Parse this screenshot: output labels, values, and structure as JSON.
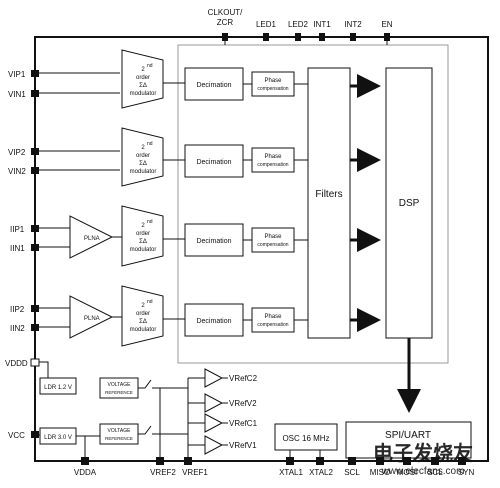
{
  "pins": {
    "top": [
      "CLKOUT/",
      "ZCR",
      "LED1",
      "LED2",
      "INT1",
      "INT2",
      "EN"
    ],
    "left": [
      "VIP1",
      "VIN1",
      "VIP2",
      "VIN2",
      "IIP1",
      "IIN1",
      "IIP2",
      "IIN2",
      "VDDD",
      "VCC"
    ],
    "bottom": [
      "VDDA",
      "VREF2",
      "VREF1",
      "XTAL1",
      "XTAL2",
      "SCL",
      "MISO",
      "MOSI",
      "SCL",
      "SYN"
    ]
  },
  "blocks": {
    "modulator": [
      "2",
      "nd",
      "order",
      "ΣΔ",
      "modulator"
    ],
    "plna": "PLNA",
    "decimation": "Decimation",
    "phase": [
      "Phase",
      "compensation"
    ],
    "filters": "Filters",
    "dsp": "DSP",
    "ldo": [
      "LDR 1.2 V",
      "LDR 3.0 V"
    ],
    "voltage_ref": [
      "VOLTAGE",
      "REFERENCE"
    ],
    "vref_out": [
      "VRefC2",
      "VRefV2",
      "VRefC1",
      "VRefV1"
    ],
    "osc": "OSC 16 MHz",
    "spi": "SPI/UART"
  },
  "watermark": {
    "text": "电子发烧友",
    "url": "www.elecfans.com"
  },
  "colors": {
    "line": "#111111",
    "inner_border": "#9a9a9a",
    "watermark": "#d8232a"
  }
}
